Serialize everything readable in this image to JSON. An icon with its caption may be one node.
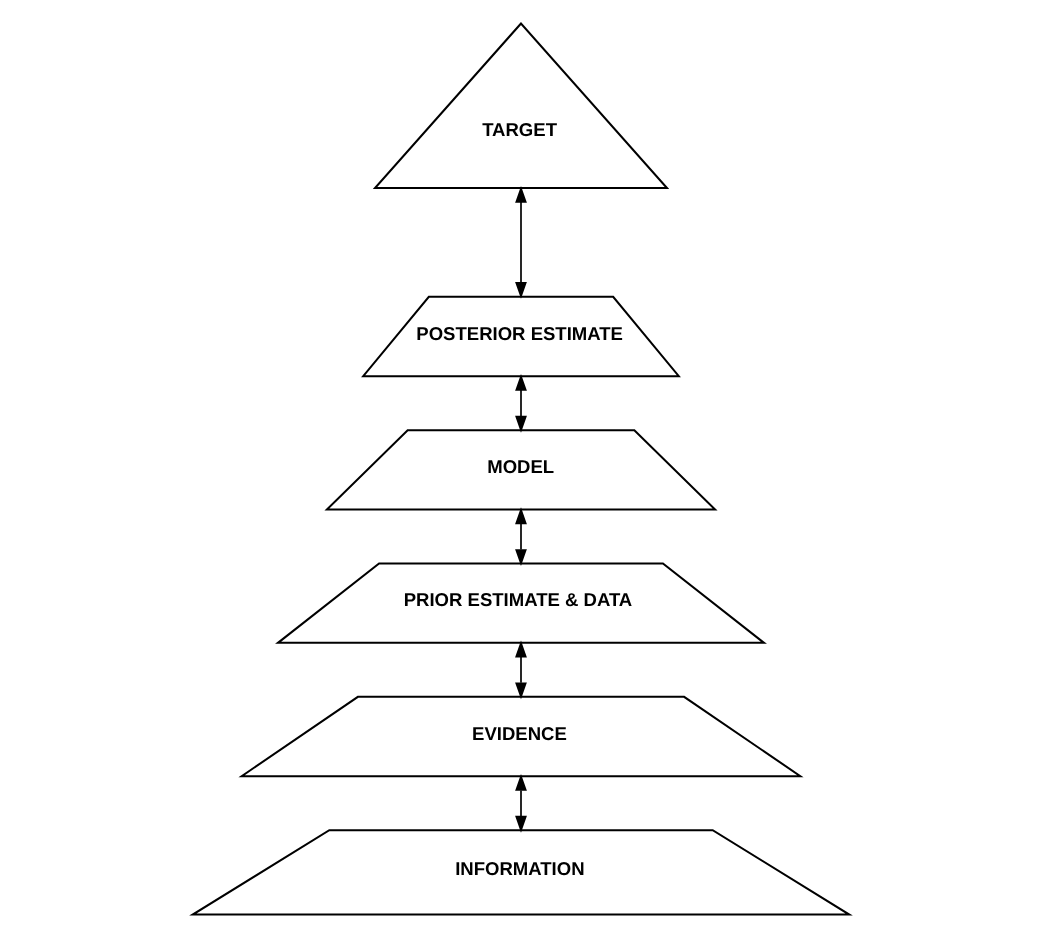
{
  "diagram": {
    "nodes": [
      {
        "text": [
          "TARGET"
        ]
      },
      {
        "text": [
          "POSTERIOR ESTIMATE"
        ]
      },
      {
        "text": [
          "MODEL"
        ]
      },
      {
        "text": [
          "PRIOR ESTIMATE & DATA"
        ]
      },
      {
        "text": [
          "EVIDENCE"
        ]
      },
      {
        "text": [
          "INFORMATION"
        ]
      }
    ],
    "edges": [
      {
        "from": 0,
        "to": 1,
        "arrow": "both"
      },
      {
        "from": 1,
        "to": 2,
        "arrow": "both"
      },
      {
        "from": 2,
        "to": 3,
        "arrow": "both"
      },
      {
        "from": 3,
        "to": 4,
        "arrow": "both"
      },
      {
        "from": 4,
        "to": 5,
        "arrow": "both"
      }
    ]
  }
}
